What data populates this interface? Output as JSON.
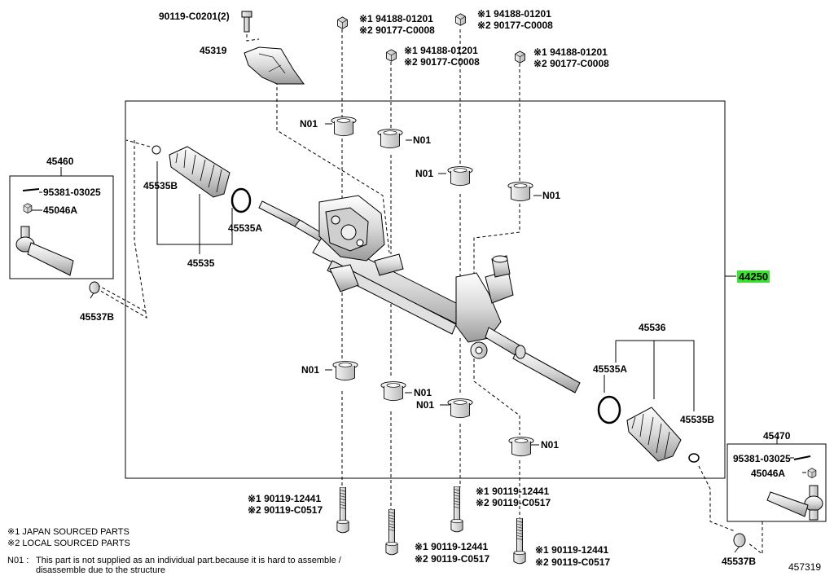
{
  "diagram_id": "457319",
  "parts": {
    "top_left_bolt": "90119-C0201(2)",
    "bracket": "45319",
    "fasteners": [
      {
        "line1": "※1 94188-01201",
        "line2": "※2 90177-C0008"
      },
      {
        "line1": "※1 94188-01201",
        "line2": "※2 90177-C0008"
      },
      {
        "line1": "※1 94188-01201",
        "line2": "※2 90177-C0008"
      },
      {
        "line1": "※1 94188-01201",
        "line2": "※2 90177-C0008"
      }
    ],
    "bolts": [
      {
        "line1": "※1 90119-12441",
        "line2": "※2 90119-C0517"
      },
      {
        "line1": "※1 90119-12441",
        "line2": "※2 90119-C0517"
      },
      {
        "line1": "※1 90119-12441",
        "line2": "※2 90119-C0517"
      },
      {
        "line1": "※1 90119-12441",
        "line2": "※2 90119-C0517"
      }
    ],
    "bushing": "N01",
    "rack_assembly": "44250",
    "left_tie_rod_end_set": "45460",
    "right_tie_rod_end_set": "45470",
    "cotter_pin": "95381-03025",
    "nut": "45046A",
    "clamp": "45535B",
    "clip": "45535A",
    "boot_left": "45535",
    "boot_right": "45536",
    "dust_cover": "45537B"
  },
  "notes": {
    "note1": "※1 JAPAN SOURCED PARTS",
    "note2": "※2 LOCAL SOURCED PARTS",
    "n01_label": "N01 :",
    "n01_line1": "This part is not supplied as an individual part.because it is hard to assemble /",
    "n01_line2": "disassemble due to the structure"
  },
  "colors": {
    "highlight": "#39e22f",
    "line": "#000000"
  }
}
